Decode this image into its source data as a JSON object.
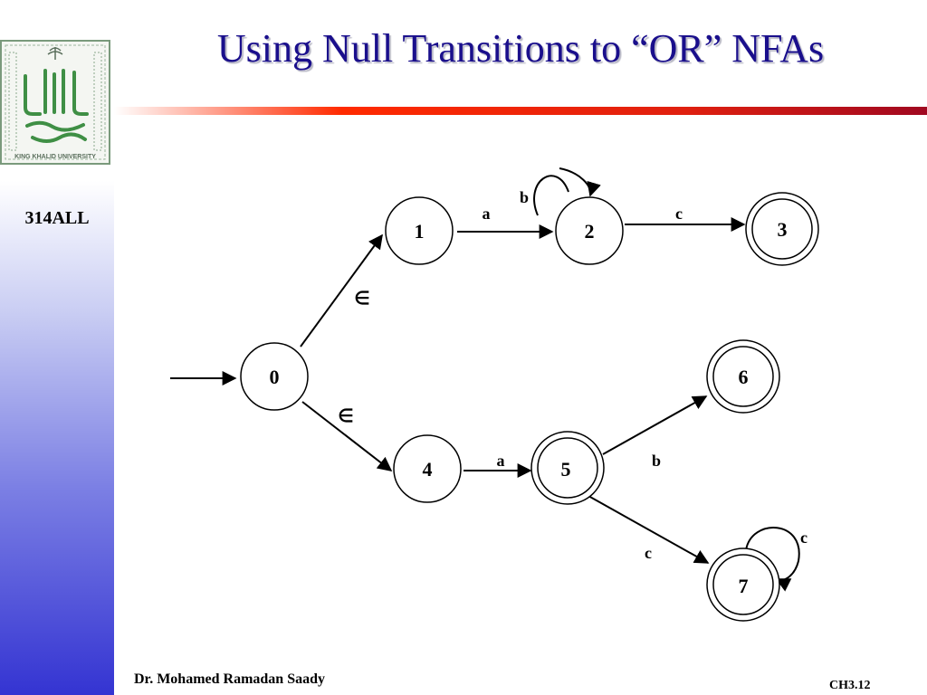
{
  "slide": {
    "title": "Using Null Transitions to “OR” NFAs",
    "course_code": "314ALL",
    "author": "Dr. Mohamed Ramadan Saady",
    "slide_number": "CH3.12",
    "logo_text": "KING KHALID UNIVERSITY"
  },
  "colors": {
    "title": "#1a0f8c",
    "accent_bar_red": "#ff2a00",
    "sidebar_blue": "#3434d2",
    "logo_green": "#3f8f45"
  },
  "nfa": {
    "states": [
      {
        "id": "0",
        "label": "0",
        "accepting": false,
        "start": true
      },
      {
        "id": "1",
        "label": "1",
        "accepting": false
      },
      {
        "id": "2",
        "label": "2",
        "accepting": false
      },
      {
        "id": "3",
        "label": "3",
        "accepting": true
      },
      {
        "id": "4",
        "label": "4",
        "accepting": false
      },
      {
        "id": "5",
        "label": "5",
        "accepting": true
      },
      {
        "id": "6",
        "label": "6",
        "accepting": true
      },
      {
        "id": "7",
        "label": "7",
        "accepting": true
      }
    ],
    "transitions": [
      {
        "from": "0",
        "to": "1",
        "label": "∈"
      },
      {
        "from": "0",
        "to": "4",
        "label": "∈"
      },
      {
        "from": "1",
        "to": "2",
        "label": "a"
      },
      {
        "from": "2",
        "to": "2",
        "label": "b"
      },
      {
        "from": "2",
        "to": "3",
        "label": "c"
      },
      {
        "from": "4",
        "to": "5",
        "label": "a"
      },
      {
        "from": "5",
        "to": "6",
        "label": "b"
      },
      {
        "from": "5",
        "to": "7",
        "label": "c"
      },
      {
        "from": "7",
        "to": "7",
        "label": "c"
      }
    ]
  }
}
